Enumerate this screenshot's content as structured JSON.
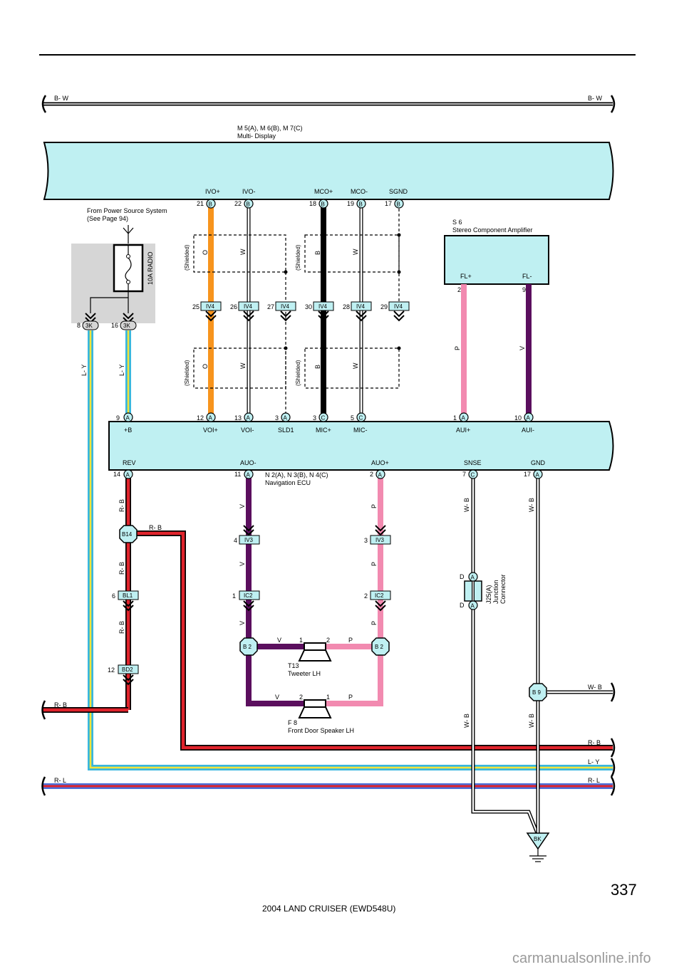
{
  "page": {
    "number": "337",
    "footer": "2004 LAND CRUISER (EWD548U)",
    "watermark": "carmanualsonline.info"
  },
  "components": {
    "multi_display": {
      "code": "M 5(A), M 6(B), M 7(C)",
      "name": "Multi- Display"
    },
    "nav_ecu": {
      "code": "N 2(A), N 3(B), N 4(C)",
      "name": "Navigation ECU"
    },
    "amplifier": {
      "code": "S 6",
      "name": "Stereo Component Amplifier"
    },
    "tweeter": {
      "code": "T13",
      "name": "Tweeter LH"
    },
    "speaker": {
      "code": "F 8",
      "name": "Front Door Speaker LH"
    },
    "junction": {
      "code": "J25(A)",
      "line1": "Junction",
      "line2": "Connector"
    },
    "fuse": {
      "name": "10A RADIO"
    },
    "power_note": {
      "line1": "From Power Source System",
      "line2": "(See Page 94)"
    },
    "ground": "BK"
  },
  "pins": {
    "display": [
      {
        "name": "IVO+",
        "num": "21",
        "conn": "B"
      },
      {
        "name": "IVO-",
        "num": "22",
        "conn": "B"
      },
      {
        "name": "MCO+",
        "num": "18",
        "conn": "B"
      },
      {
        "name": "MCO-",
        "num": "19",
        "conn": "B"
      },
      {
        "name": "SGND",
        "num": "17",
        "conn": "B"
      }
    ],
    "ecu_top": [
      {
        "name": "+B",
        "num": "9",
        "conn": "A"
      },
      {
        "name": "VOI+",
        "num": "12",
        "conn": "A"
      },
      {
        "name": "VOI-",
        "num": "13",
        "conn": "A"
      },
      {
        "name": "SLD1",
        "num": "3",
        "conn": "A"
      },
      {
        "name": "MIC+",
        "num": "3",
        "conn": "C"
      },
      {
        "name": "MIC-",
        "num": "5",
        "conn": "C"
      },
      {
        "name": "AUI+",
        "num": "1",
        "conn": "A"
      },
      {
        "name": "AUI-",
        "num": "10",
        "conn": "A"
      }
    ],
    "ecu_bottom": [
      {
        "name": "REV",
        "num": "14",
        "conn": "A"
      },
      {
        "name": "AUO-",
        "num": "11",
        "conn": "A"
      },
      {
        "name": "AUO+",
        "num": "2",
        "conn": "A"
      },
      {
        "name": "SNSE",
        "num": "7",
        "conn": "C"
      },
      {
        "name": "GND",
        "num": "17",
        "conn": "A"
      }
    ],
    "amp": [
      {
        "name": "FL+",
        "num": "2"
      },
      {
        "name": "FL-",
        "num": "9"
      }
    ],
    "fuse_conn": [
      {
        "num": "8",
        "conn": "3K"
      },
      {
        "num": "16",
        "conn": "3K"
      }
    ],
    "tweeter": [
      "1",
      "2"
    ],
    "speaker": [
      "2",
      "1"
    ],
    "junction": [
      "D",
      "A",
      "D",
      "A"
    ]
  },
  "connectors": {
    "iv4": [
      {
        "num": "25",
        "id": "IV4"
      },
      {
        "num": "26",
        "id": "IV4"
      },
      {
        "num": "27",
        "id": "IV4"
      },
      {
        "num": "30",
        "id": "IV4"
      },
      {
        "num": "28",
        "id": "IV4"
      },
      {
        "num": "29",
        "id": "IV4"
      }
    ],
    "iv3": [
      {
        "num": "4",
        "id": "IV3"
      },
      {
        "num": "3",
        "id": "IV3"
      }
    ],
    "ic2": [
      {
        "num": "1",
        "id": "IC2"
      },
      {
        "num": "2",
        "id": "IC2"
      }
    ],
    "bl1": {
      "num": "6",
      "id": "BL1"
    },
    "bd2": {
      "num": "12",
      "id": "BD2"
    },
    "splices": [
      "B14",
      "B 2",
      "B 2",
      "B 9"
    ]
  },
  "wire_labels": {
    "bw": "B- W",
    "o": "O",
    "w": "W",
    "b": "B",
    "p": "P",
    "v": "V",
    "ly": "L- Y",
    "rb": "R- B",
    "wb": "W- B",
    "rl": "R- L",
    "shielded": "(Shielded)"
  },
  "colors": {
    "panel": "#bff0f2",
    "fuse_box": "#d6d6d6",
    "orange": "#f7941d",
    "pink": "#f28ab0",
    "violet": "#5b0f5e",
    "red": "#e0242c",
    "cyan": "#39b7de",
    "yellow": "#f2e33a",
    "blue": "#4d6fd9"
  }
}
